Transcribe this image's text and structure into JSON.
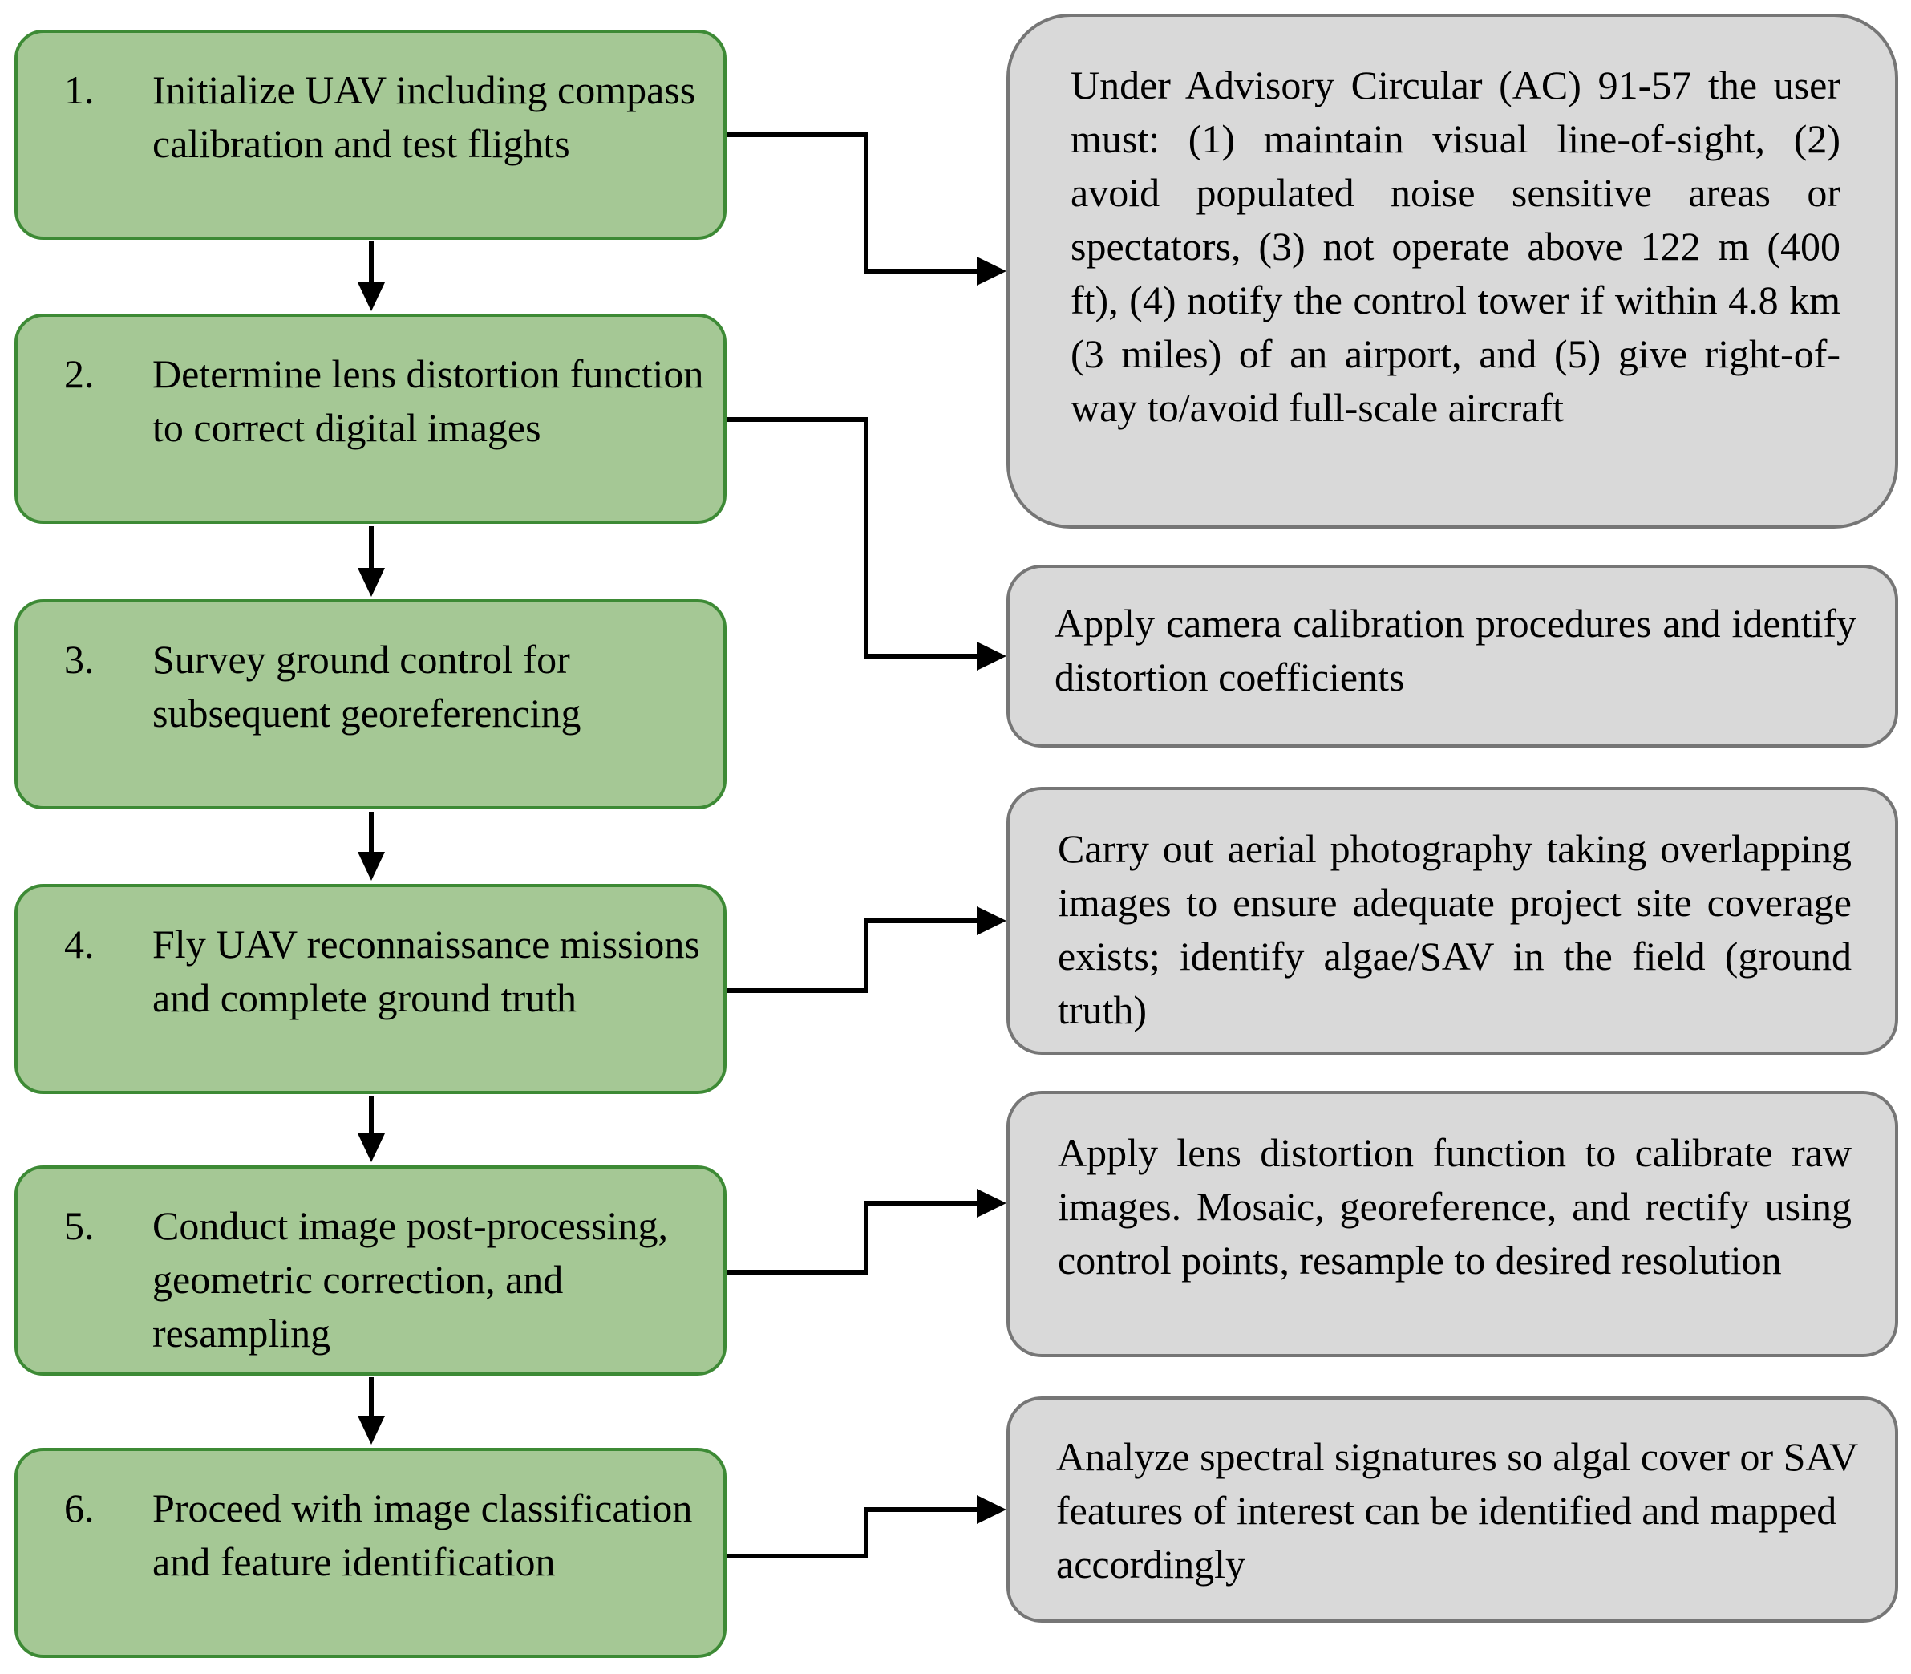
{
  "steps": [
    {
      "number": "1.",
      "text": "Initialize UAV including compass calibration and test flights"
    },
    {
      "number": "2.",
      "text": "Determine lens distortion function to correct digital images"
    },
    {
      "number": "3.",
      "text": "Survey ground control for subsequent georeferencing"
    },
    {
      "number": "4.",
      "text": "Fly UAV reconnaissance missions and complete ground truth"
    },
    {
      "number": "5.",
      "text": "Conduct image post-processing, geometric correction, and resampling"
    },
    {
      "number": "6.",
      "text": "Proceed with image classification and feature identification"
    }
  ],
  "notes": [
    {
      "text": "Under Advisory Circular (AC) 91-57 the user must: (1) maintain visual line-of-sight, (2) avoid populated noise sensitive areas or spectators, (3) not operate above 122 m (400 ft), (4) notify the control tower if within 4.8 km (3 miles) of an airport, and (5) give right-of-way to/avoid full-scale aircraft"
    },
    {
      "text": "Apply camera calibration procedures and identify distortion coefficients"
    },
    {
      "text": "Carry out aerial photography taking overlapping images to ensure adequate project site coverage exists; identify algae/SAV in the field (ground truth)"
    },
    {
      "text": "Apply lens distortion function to calibrate raw images. Mosaic, georeference, and rectify using control points, resample to desired resolution"
    },
    {
      "text": "Analyze spectral signatures so algal cover or SAV features of interest can be identified and mapped accordingly"
    }
  ],
  "colors": {
    "step_fill": "#a5c895",
    "step_border": "#3d8a35",
    "note_fill": "#d9d9d9",
    "note_border": "#767676",
    "arrow": "#000000"
  }
}
